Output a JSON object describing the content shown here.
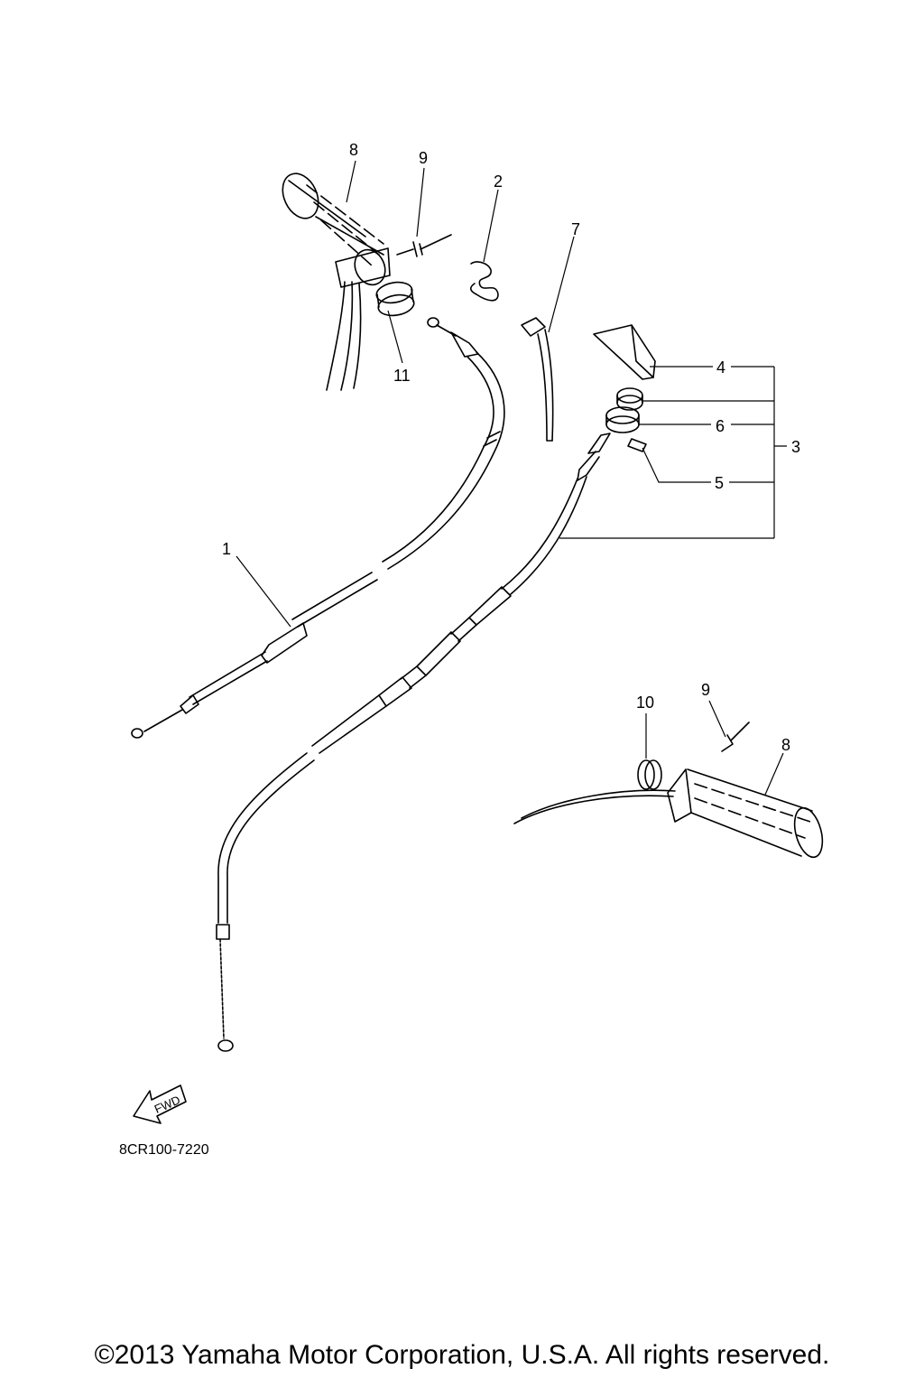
{
  "callouts": {
    "c1": "1",
    "c2": "2",
    "c3": "3",
    "c4": "4",
    "c5": "5",
    "c6": "6",
    "c7": "7",
    "c8a": "8",
    "c8b": "8",
    "c9a": "9",
    "c9b": "9",
    "c10": "10",
    "c11": "11"
  },
  "fwd_label": "FWD",
  "diagram_code": "8CR100-7220",
  "copyright": "©2013 Yamaha Motor Corporation, U.S.A. All rights reserved."
}
